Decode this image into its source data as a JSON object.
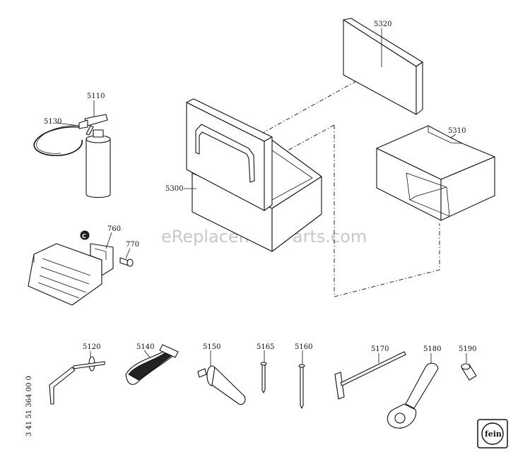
{
  "watermark": "eReplacementParts.com",
  "document_number": "3 41 51 364 00 0",
  "logo_text": "fein",
  "callout_c": "C",
  "parts": {
    "p5320": "5320",
    "p5310": "5310",
    "p5300": "5300",
    "p5110": "5110",
    "p5130": "5130",
    "p760": "760",
    "p770": "770",
    "p5120": "5120",
    "p5140": "5140",
    "p5150": "5150",
    "p5165": "5165",
    "p5160": "5160",
    "p5170": "5170",
    "p5180": "5180",
    "p5190": "5190"
  }
}
